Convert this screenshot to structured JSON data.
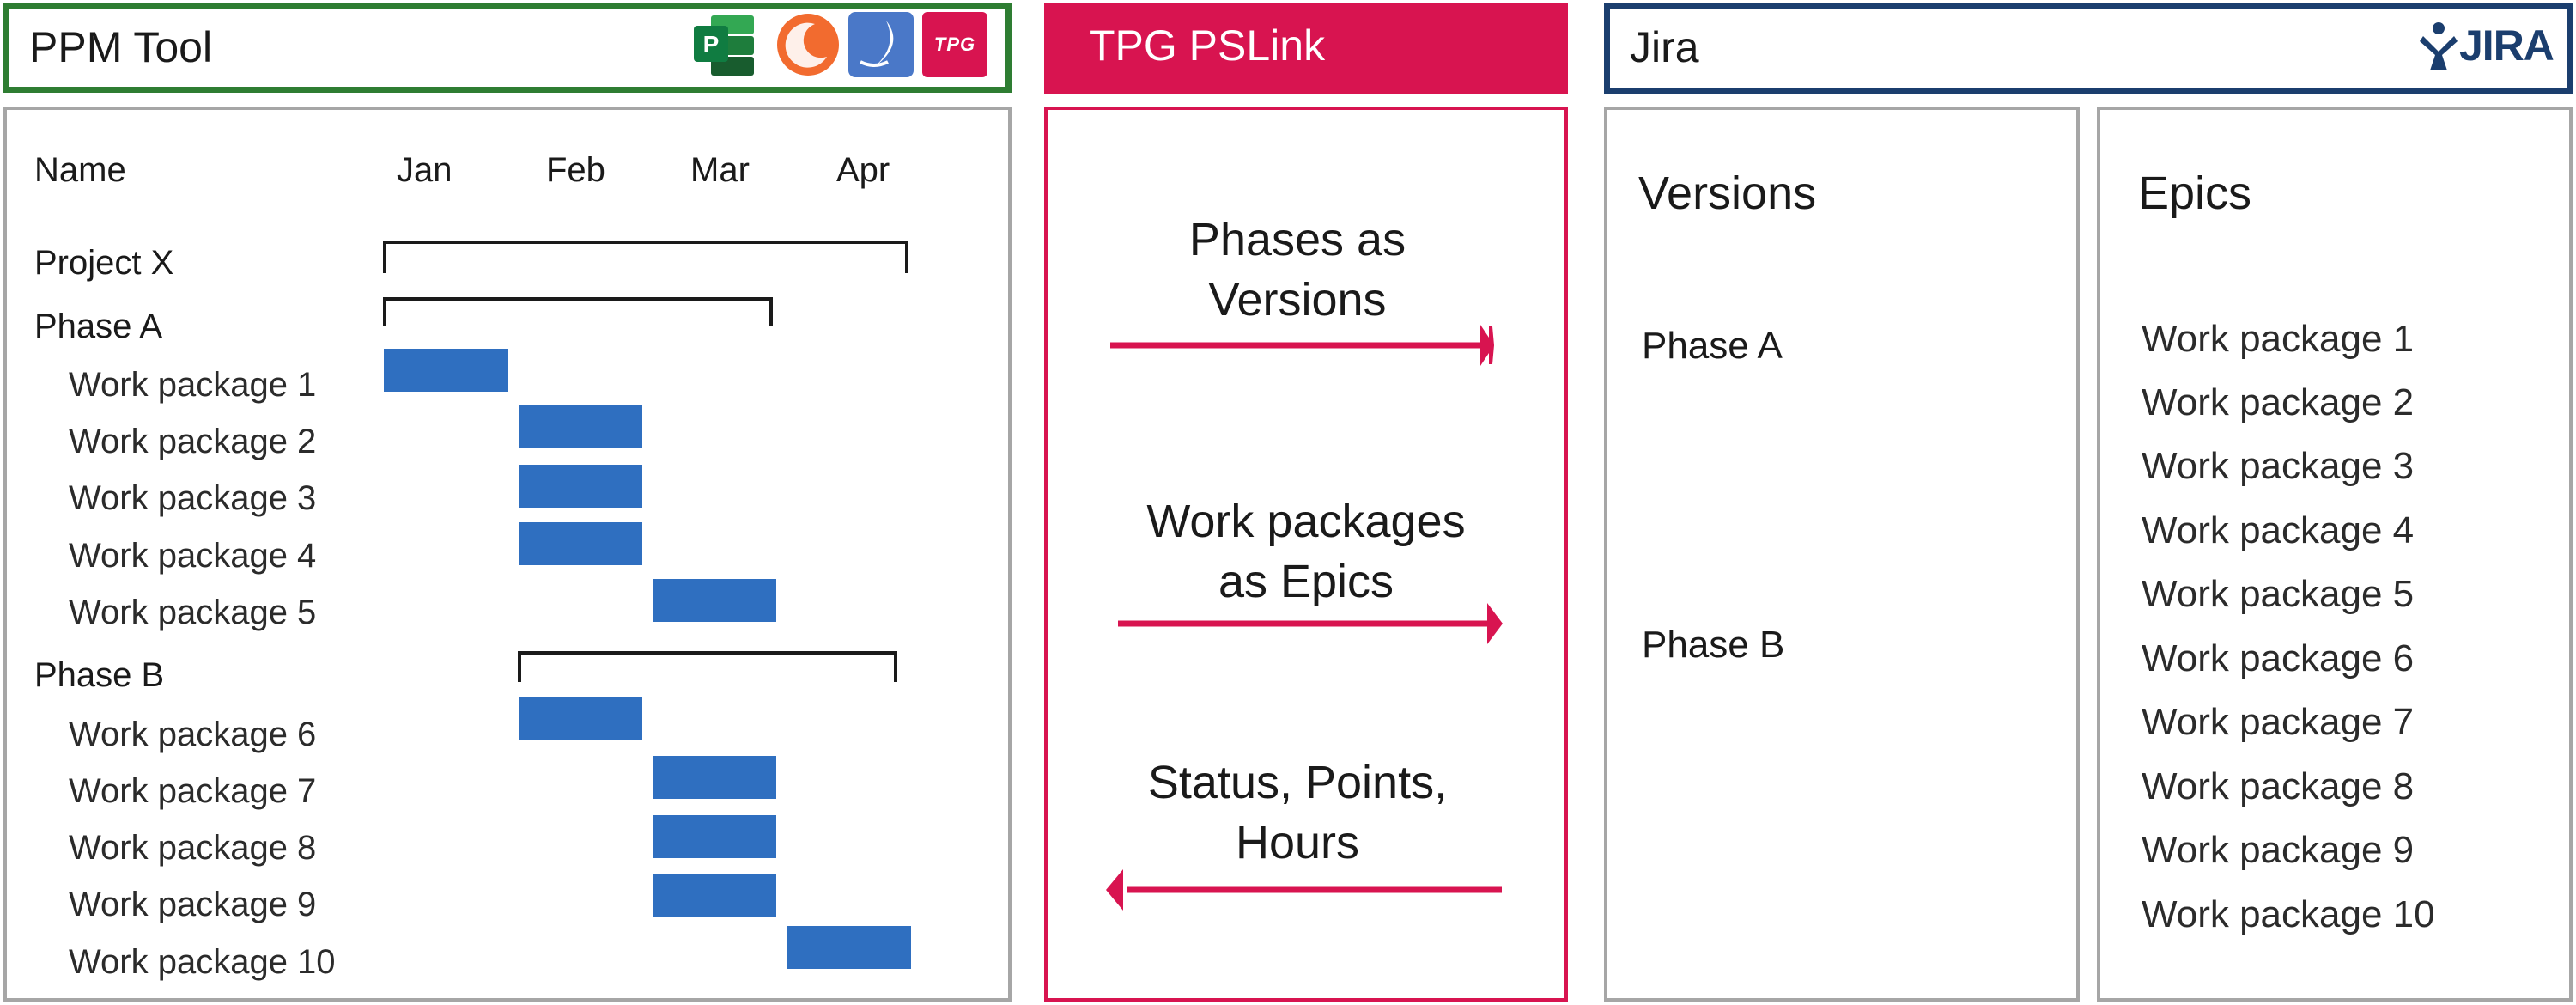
{
  "ppm": {
    "title": "PPM Tool",
    "logos": [
      "microsoft-project-logo",
      "orange-circle-logo",
      "blue-moon-logo",
      "tpg-logo"
    ],
    "tpg_logo_text": "TPG",
    "columns": [
      "Name",
      "Jan",
      "Feb",
      "Mar",
      "Apr"
    ],
    "rows": [
      {
        "label": "Project X",
        "type": "project"
      },
      {
        "label": "Phase A",
        "type": "phase"
      },
      {
        "label": "Work package 1",
        "type": "wp"
      },
      {
        "label": "Work package  2",
        "type": "wp"
      },
      {
        "label": "Work package  3",
        "type": "wp"
      },
      {
        "label": "Work package  4",
        "type": "wp"
      },
      {
        "label": "Work package  5",
        "type": "wp"
      },
      {
        "label": "Phase B",
        "type": "phase"
      },
      {
        "label": "Work package  6",
        "type": "wp"
      },
      {
        "label": "Work package  7",
        "type": "wp"
      },
      {
        "label": "Work package  8",
        "type": "wp"
      },
      {
        "label": "Work package  9",
        "type": "wp"
      },
      {
        "label": "Work package  10",
        "type": "wp"
      }
    ]
  },
  "link": {
    "title": "TPG PSLink",
    "flows": [
      {
        "text_line1": "Phases as",
        "text_line2": "Versions",
        "direction": "right"
      },
      {
        "text_line1": "Work packages",
        "text_line2": "as Epics",
        "direction": "right"
      },
      {
        "text_line1": "Status, Points,",
        "text_line2": "Hours",
        "direction": "left"
      }
    ]
  },
  "jira": {
    "title": "Jira",
    "logo_text": "JIRA",
    "versions_title": "Versions",
    "versions": [
      "Phase A",
      "Phase B"
    ],
    "epics_title": "Epics",
    "epics": [
      "Work package  1",
      "Work package  2",
      "Work package  3",
      "Work package  4",
      "Work package  5",
      "Work package  6",
      "Work package  7",
      "Work package  8",
      "Work package  9",
      "Work package  10"
    ]
  },
  "colors": {
    "ppm_green": "#2e7d32",
    "pslink_pink": "#d81450",
    "jira_navy": "#1b3e6e",
    "gantt_blue": "#2f6fc0",
    "panel_gray": "#a6a6a6"
  }
}
